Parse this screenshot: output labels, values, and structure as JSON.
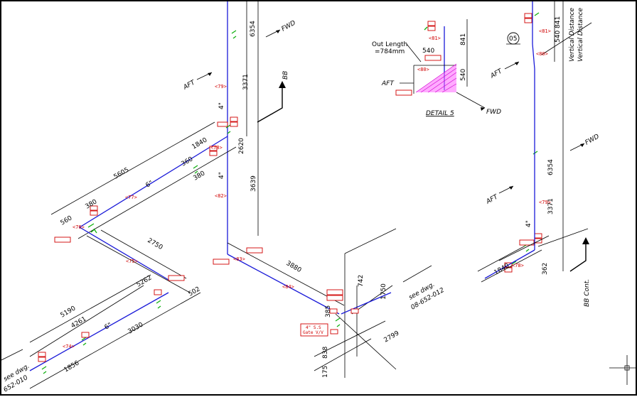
{
  "directions": {
    "fwd": "FWD",
    "aft": "AFT",
    "bb": "BB",
    "bb_cont": "BB Cont."
  },
  "detail": {
    "title": "DETAIL 5",
    "out_length_line1": "Out Length",
    "out_length_line2": "=784mm",
    "dims": [
      "540",
      "540",
      "841"
    ],
    "nodes": [
      "<81>",
      "<80>"
    ]
  },
  "left_view": {
    "dims": [
      "6354",
      "3371",
      "3639",
      "2620",
      "1840",
      "360",
      "380",
      "5605",
      "380",
      "560",
      "2750",
      "3880",
      "5190",
      "4261",
      "3030",
      "1856",
      "502",
      "5262",
      "742",
      "1750",
      "2799",
      "385",
      "175",
      "838"
    ],
    "nodes": [
      "<79>",
      "<78>",
      "<77>",
      "<82>",
      "<76>",
      "<75>",
      "<74>",
      "<83>",
      "<84>"
    ],
    "sizes": [
      "6\"",
      "6\"",
      "4\"",
      "4\""
    ],
    "note_line1": "4\" S.S",
    "note_line2": "Gate V/V",
    "see_dwg_a": "see dwg.",
    "see_dwg_a_no": "08-652-012",
    "see_dwg_b": "see dwg.",
    "see_dwg_b_no": "652-010"
  },
  "right_view": {
    "dims": [
      "6354",
      "3371",
      "1840",
      "362",
      "841",
      "540"
    ],
    "nodes": [
      "<81>",
      "<80>",
      "<79>",
      "<78>"
    ],
    "vertical_distance_label": "Vertical Distance",
    "tag_circle": "05",
    "size": "4\""
  }
}
